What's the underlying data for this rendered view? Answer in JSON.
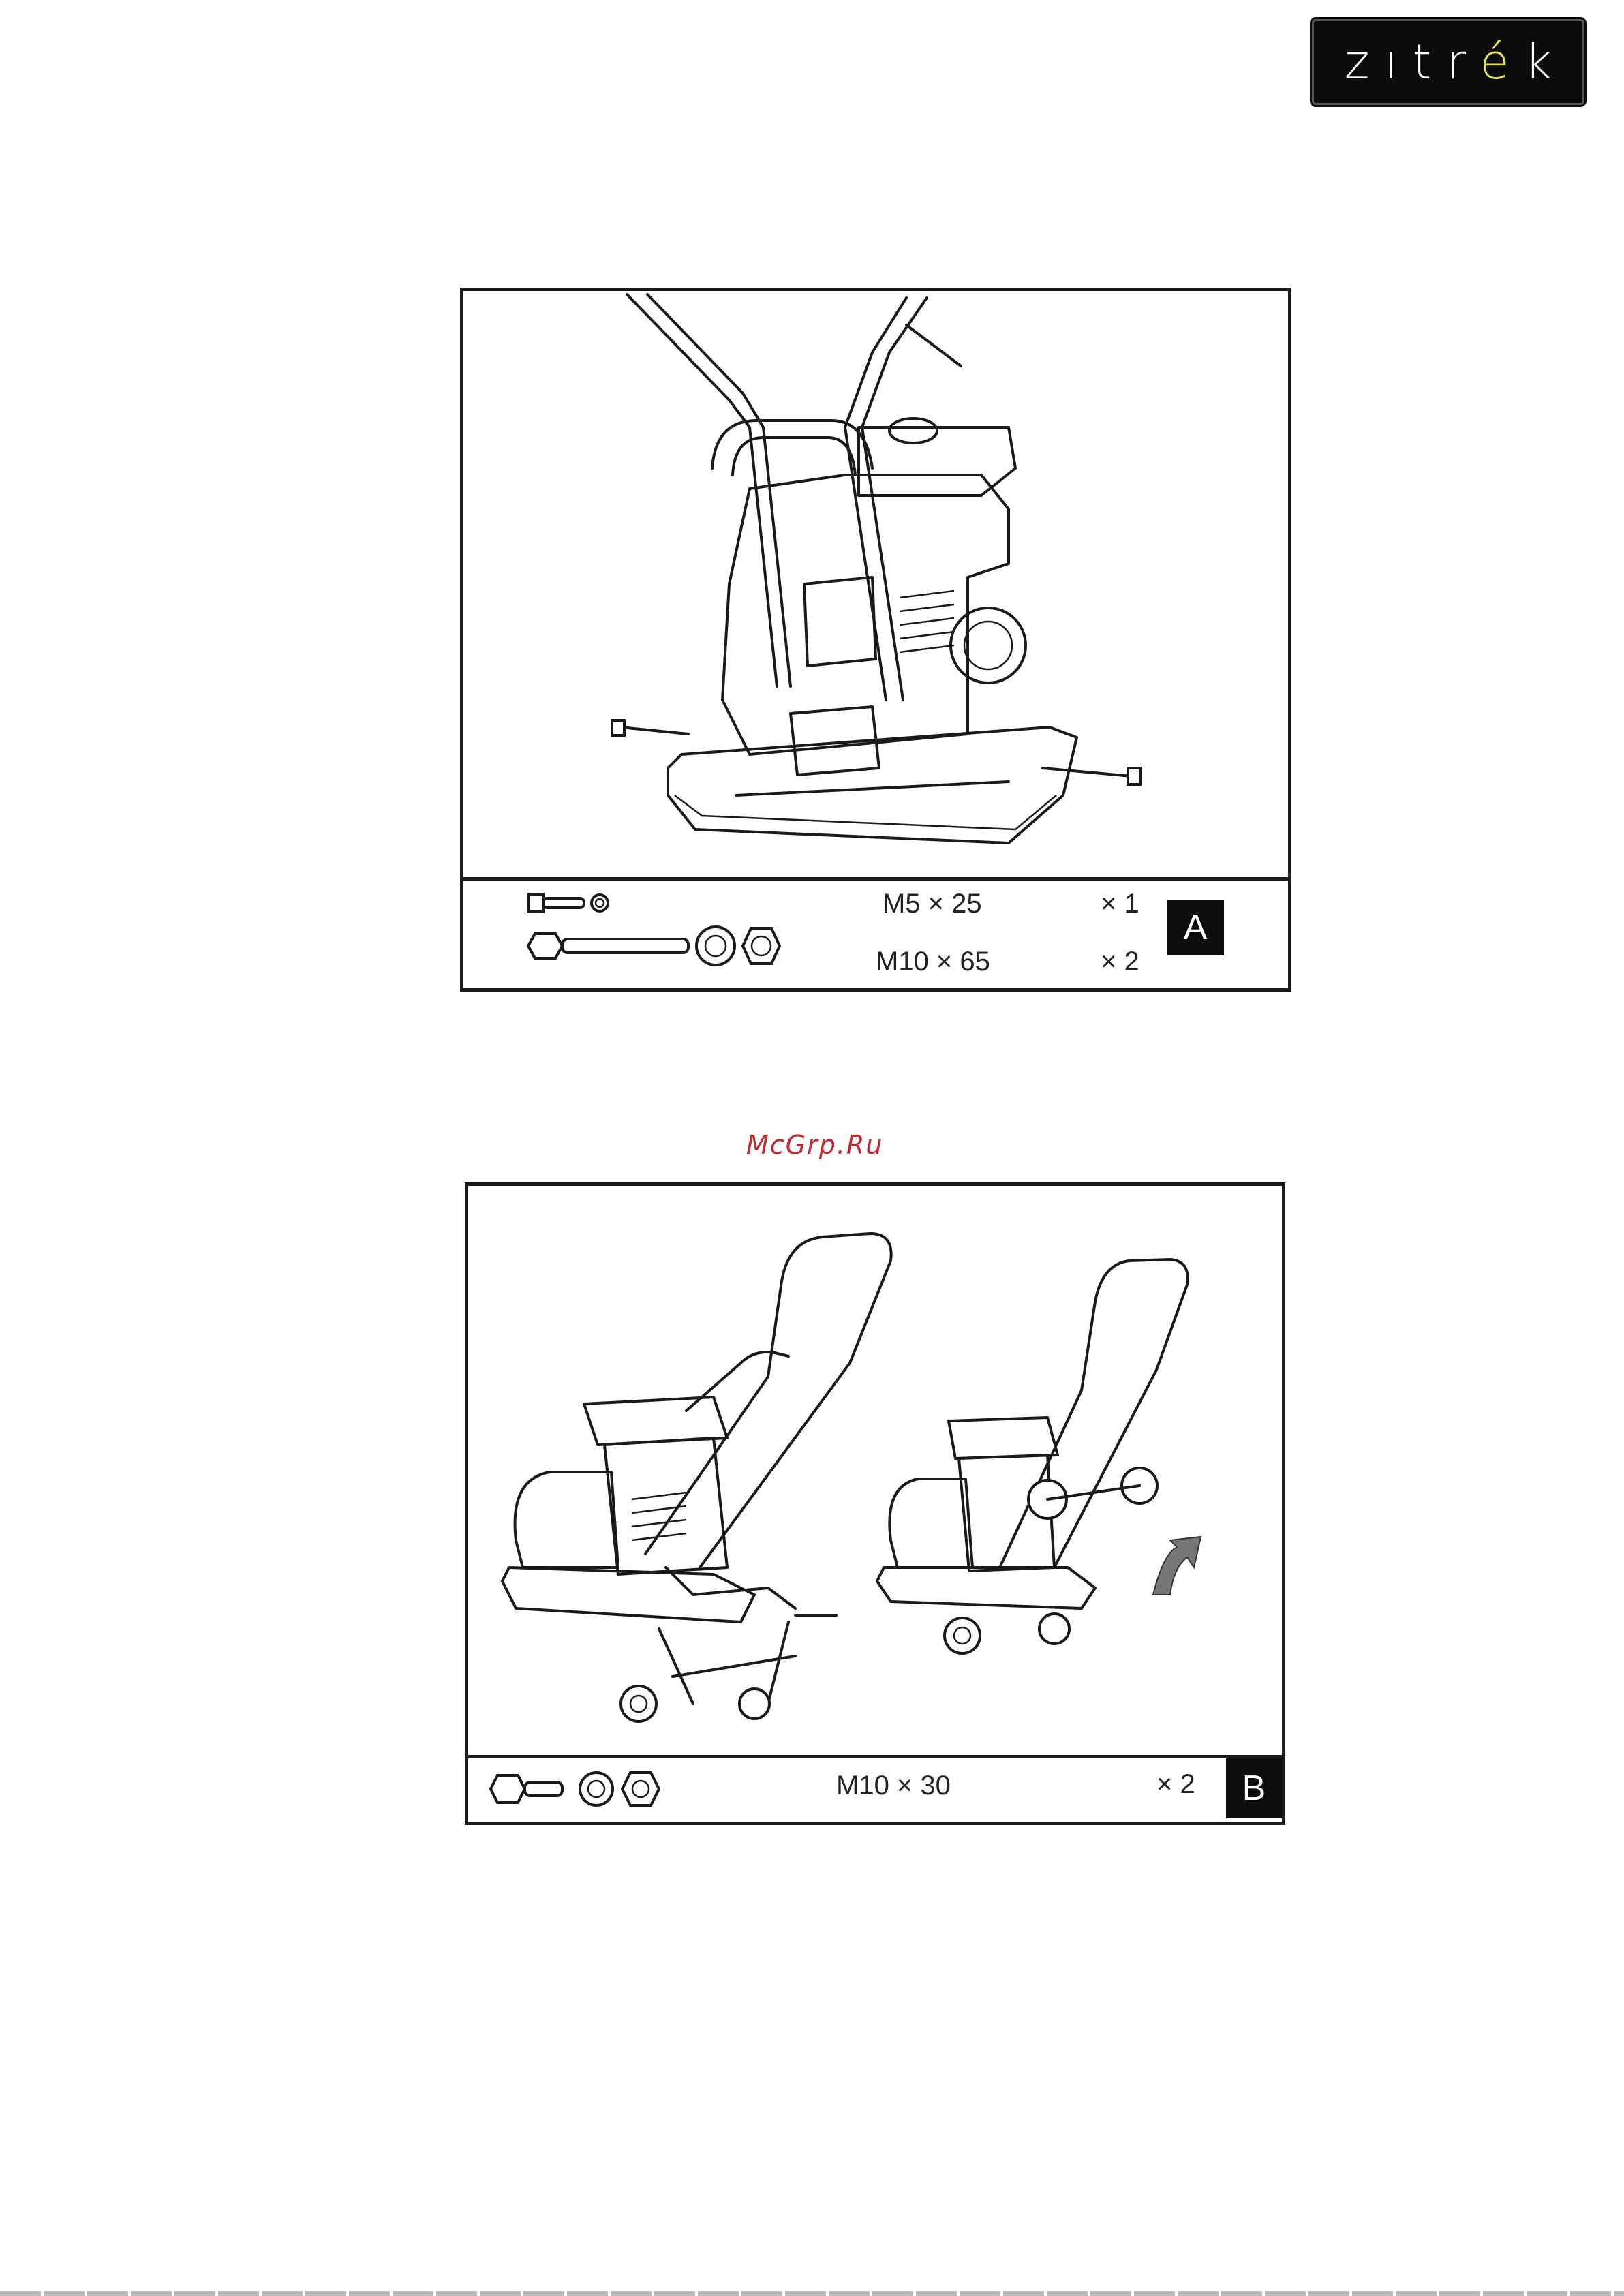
{
  "brand": {
    "logo_text": "zıtrék",
    "accent_color": "#e7e34a"
  },
  "watermark": "McGrp.Ru",
  "steps": [
    {
      "label": "A",
      "parts": [
        {
          "spec": "M5 × 25",
          "qty": "× 1"
        },
        {
          "spec": "M10 × 65",
          "qty": "× 2"
        }
      ]
    },
    {
      "label": "B",
      "parts": [
        {
          "spec": "M10 × 30",
          "qty": "× 2"
        }
      ]
    }
  ]
}
